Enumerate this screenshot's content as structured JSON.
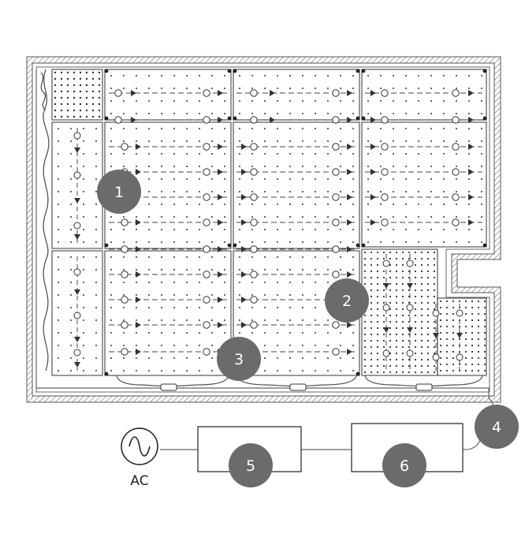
{
  "power": {
    "source_label": "AC"
  },
  "callouts": [
    {
      "number": "1",
      "component": "heating-mat-zone"
    },
    {
      "number": "2",
      "component": "heating-mat-zone"
    },
    {
      "number": "3",
      "component": "connection-cable"
    },
    {
      "number": "4",
      "component": "cold-lead"
    },
    {
      "number": "5",
      "component": "controller-box"
    },
    {
      "number": "6",
      "component": "controller-box"
    }
  ],
  "colors": {
    "line": "#555555",
    "dots": "#333333",
    "callout_fill": "#6b6b6b",
    "callout_text": "#ffffff"
  }
}
